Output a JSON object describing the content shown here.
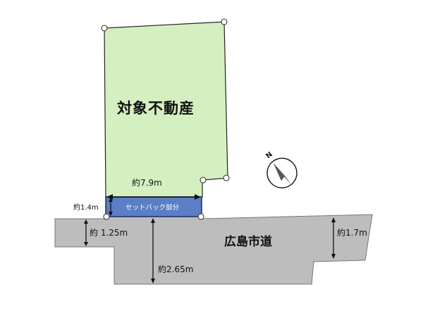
{
  "property_label": "対象不動産",
  "road_label": "広島市道",
  "setback_label": "セットバック部分",
  "dimensions": {
    "frontage": "約7.9m",
    "setback_depth": "約1.4m",
    "road_left": "約 1.25m",
    "road_center": "約2.65m",
    "road_right": "約1.7m"
  },
  "compass": {
    "north_label": "N"
  },
  "colors": {
    "lot_fill": "#d5f0c0",
    "setback_fill": "#5b7fc4",
    "road_fill": "#bdbdbd",
    "outline": "#222222"
  }
}
